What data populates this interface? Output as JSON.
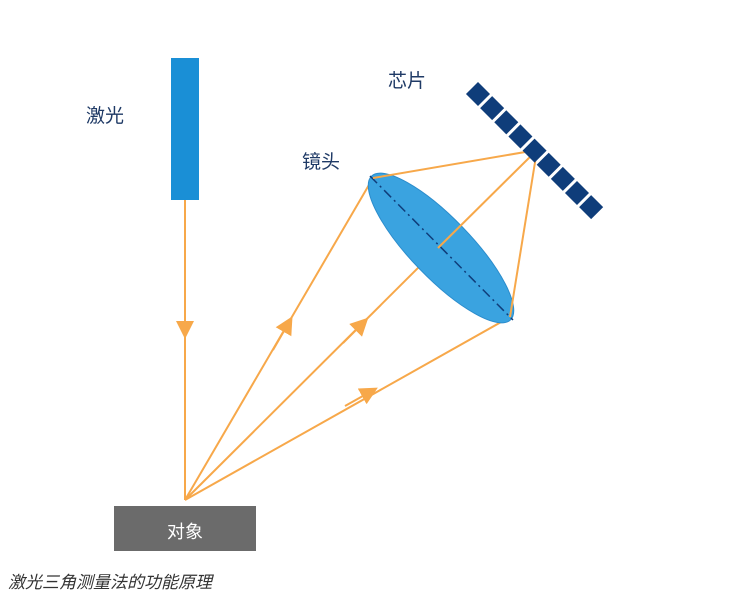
{
  "labels": {
    "laser": "激光",
    "chip": "芯片",
    "lens": "镜头",
    "object": "对象"
  },
  "caption": "激光三角测量法的功能原理",
  "colors": {
    "laser_beam": "#f7a84a",
    "laser_source": "#1a8fd6",
    "lens": "#3aa3e0",
    "chip": "#0f3d7a",
    "object": "#6b6b6b"
  }
}
